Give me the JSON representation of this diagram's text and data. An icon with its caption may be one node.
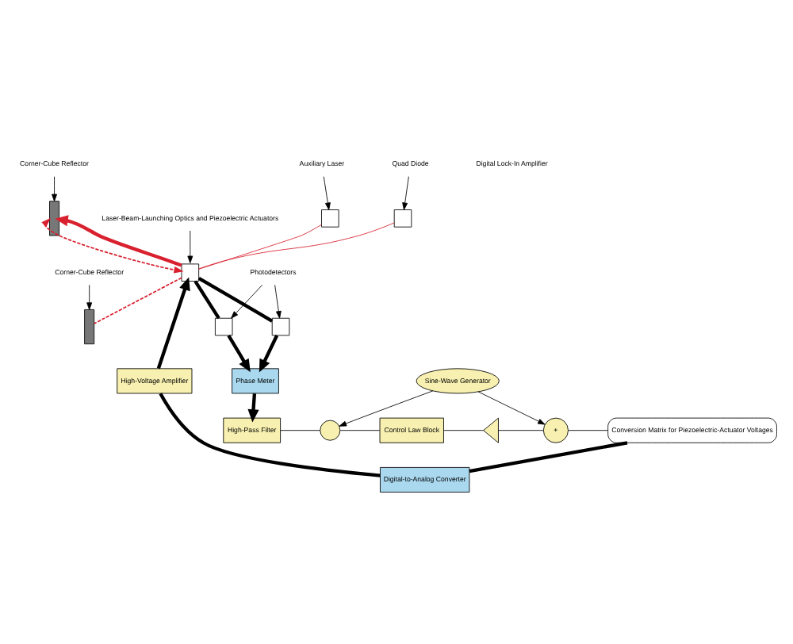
{
  "diagram": {
    "nodes": [
      {
        "text": [
          "Corner-Cube Reflector"
        ]
      },
      {
        "text": [],
        "shape": "chevron"
      },
      {
        "text": [
          "Laser-Beam-Launching Optics and Piezoelectric Actuators"
        ]
      },
      {
        "text": [],
        "shape": "box"
      },
      {
        "text": [
          "Corner-Cube Reflector"
        ]
      },
      {
        "text": [],
        "shape": "chevron"
      },
      {
        "text": [
          "Auxiliary Laser"
        ]
      },
      {
        "text": [],
        "shape": "box"
      },
      {
        "text": [
          "Quad Diode"
        ]
      },
      {
        "text": [],
        "shape": "box"
      },
      {
        "text": [
          "Photodetectors"
        ]
      },
      {
        "text": [],
        "shape": "box"
      },
      {
        "text": [],
        "shape": "box"
      },
      {
        "text": [
          "High-Voltage Amplifier"
        ]
      },
      {
        "text": [
          "Phase Meter"
        ]
      },
      {
        "text": [
          "Digital-to-Analog Converter"
        ]
      },
      {
        "text": [
          "Conversion Matrix for Piezoelectric-Actuator Voltages"
        ]
      },
      {
        "text": [
          "+"
        ]
      },
      {
        "text": [],
        "shape": "triangle"
      },
      {
        "text": [
          "Control Law Block"
        ]
      },
      {
        "text": [],
        "shape": "circle"
      },
      {
        "text": [
          "High-Pass Filter"
        ]
      },
      {
        "text": [
          "Sine-Wave Generator"
        ]
      }
    ],
    "edges": [
      {
        "from": 3,
        "to": 1,
        "arrow": "to",
        "style": "thick",
        "color": "#d9202f"
      },
      {
        "from": 1,
        "to": 3,
        "arrow": "both",
        "style": "dashed",
        "color": "#d9202f"
      },
      {
        "from": 3,
        "to": 5,
        "arrow": "none",
        "style": "dashed",
        "color": "#d9202f"
      },
      {
        "from": 7,
        "to": 3,
        "arrow": "none",
        "color": "#d9202f"
      },
      {
        "from": 9,
        "to": 3,
        "arrow": "none",
        "color": "#d9202f"
      },
      {
        "from": 0,
        "to": 1,
        "arrow": "to"
      },
      {
        "from": 2,
        "to": 3,
        "arrow": "to"
      },
      {
        "from": 4,
        "to": 5,
        "arrow": "to"
      },
      {
        "from": 6,
        "to": 7,
        "arrow": "to"
      },
      {
        "from": 8,
        "to": 9,
        "arrow": "to"
      },
      {
        "from": 10,
        "to": 11,
        "arrow": "to"
      },
      {
        "from": 10,
        "to": 12,
        "arrow": "to"
      },
      {
        "from": 3,
        "to": 11,
        "arrow": "none",
        "style": "thick"
      },
      {
        "from": 3,
        "to": 12,
        "arrow": "none",
        "style": "thick"
      },
      {
        "from": 11,
        "to": 14,
        "arrow": "to",
        "style": "thick"
      },
      {
        "from": 12,
        "to": 14,
        "arrow": "to",
        "style": "thick"
      },
      {
        "from": 14,
        "to": 21,
        "arrow": "to",
        "style": "thick"
      },
      {
        "from": 21,
        "to": 20,
        "arrow": "none"
      },
      {
        "from": 20,
        "to": 19,
        "arrow": "none"
      },
      {
        "from": 19,
        "to": 18,
        "arrow": "none"
      },
      {
        "from": 18,
        "to": 17,
        "arrow": "none"
      },
      {
        "from": 17,
        "to": 16,
        "arrow": "none"
      },
      {
        "from": 16,
        "to": 15,
        "arrow": "none",
        "style": "thick"
      },
      {
        "from": 15,
        "to": 13,
        "arrow": "none",
        "style": "thick"
      },
      {
        "from": 13,
        "to": 3,
        "arrow": "to",
        "style": "thick"
      },
      {
        "from": 22,
        "to": 20,
        "arrow": "to"
      },
      {
        "from": 22,
        "to": 17,
        "arrow": "to"
      }
    ],
    "labels": [
      "Digital Lock-In Amplifier"
    ]
  }
}
